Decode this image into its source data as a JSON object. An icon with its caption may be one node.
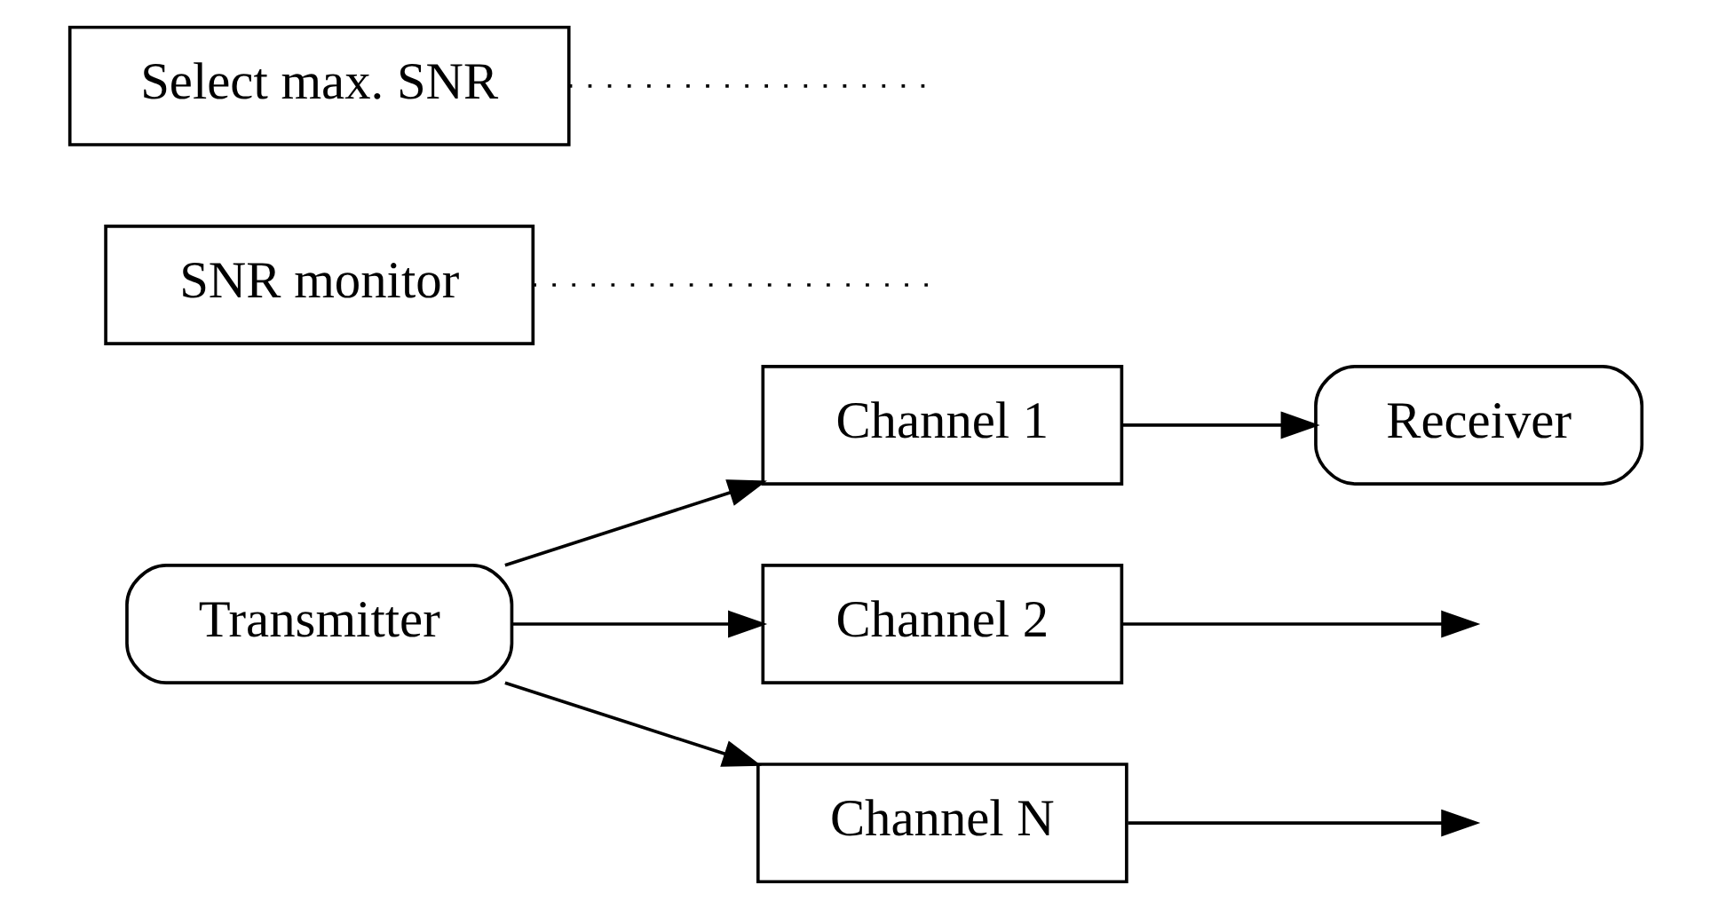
{
  "diagram": {
    "nodes": [
      {
        "text": [
          "Transmitter"
        ]
      },
      {
        "text": [
          "Channel 1"
        ]
      },
      {
        "text": [
          "Channel 2"
        ]
      },
      {
        "text": [
          "Channel N"
        ]
      },
      {
        "text": [
          "SNR monitor"
        ]
      },
      {
        "text": [
          "Select max. SNR"
        ]
      },
      {
        "text": [
          "Receiver"
        ]
      }
    ],
    "edges": [
      {
        "from": 0,
        "to": 1,
        "arrow": "to"
      },
      {
        "from": 0,
        "to": 2,
        "arrow": "to"
      },
      {
        "from": 0,
        "to": 3,
        "arrow": "to"
      },
      {
        "from": 1,
        "to": 6,
        "arrow": "to"
      },
      {
        "from": 2,
        "to": null,
        "arrow": "to"
      },
      {
        "from": 3,
        "to": null,
        "arrow": "to"
      },
      {
        "from": 4,
        "to": null,
        "arrow": "none",
        "style": "dashed"
      },
      {
        "from": 5,
        "to": null,
        "arrow": "none",
        "style": "dashed"
      }
    ]
  }
}
